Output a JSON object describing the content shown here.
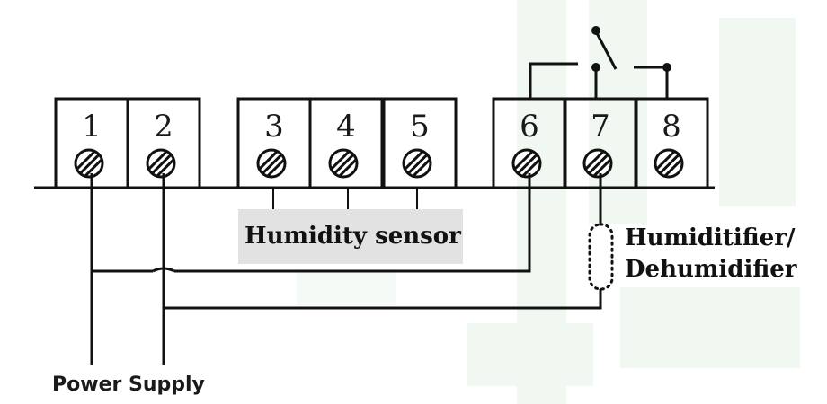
{
  "terminals": [
    "1",
    "2",
    "3",
    "4",
    "5",
    "6",
    "7",
    "8"
  ],
  "labels": {
    "humidity_sensor": "Humidity sensor",
    "device_line1": "Humiditifier/",
    "device_line2": "Dehumidifier",
    "power_supply": "Power Supply"
  },
  "colors": {
    "line": "#111111",
    "label_highlight": "#e2e2e2",
    "watermark": "#e6f1e6"
  }
}
